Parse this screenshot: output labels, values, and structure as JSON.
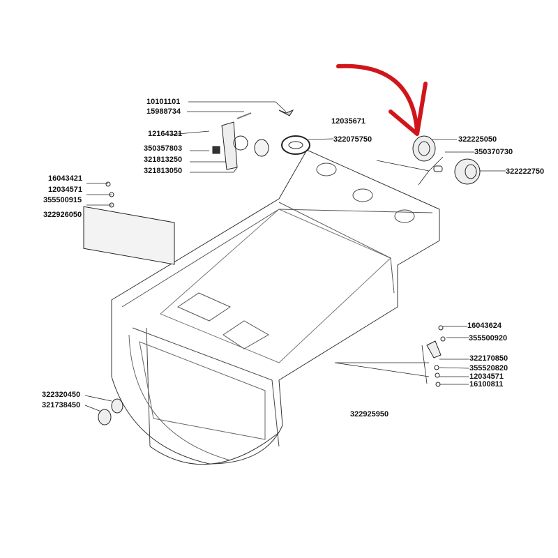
{
  "diagram": {
    "highlight_color": "#d0161b",
    "labels": {
      "p10101101": "10101101",
      "p15988734": "15988734",
      "p12035671": "12035671",
      "p12164321": "12164321",
      "p322075750": "322075750",
      "p350357803": "350357803",
      "p321813250": "321813250",
      "p321813050": "321813050",
      "p322225050": "322225050",
      "p350370730": "350370730",
      "p322222750": "322222750",
      "p16043421": "16043421",
      "p12034571a": "12034571",
      "p355500915": "355500915",
      "p322926050": "322926050",
      "p16043624": "16043624",
      "p355500920": "355500920",
      "p322170850": "322170850",
      "p355520820": "355520820",
      "p12034571b": "12034571",
      "p16100811": "16100811",
      "p322320450": "322320450",
      "p321738450": "321738450",
      "p322925950": "322925950"
    }
  }
}
